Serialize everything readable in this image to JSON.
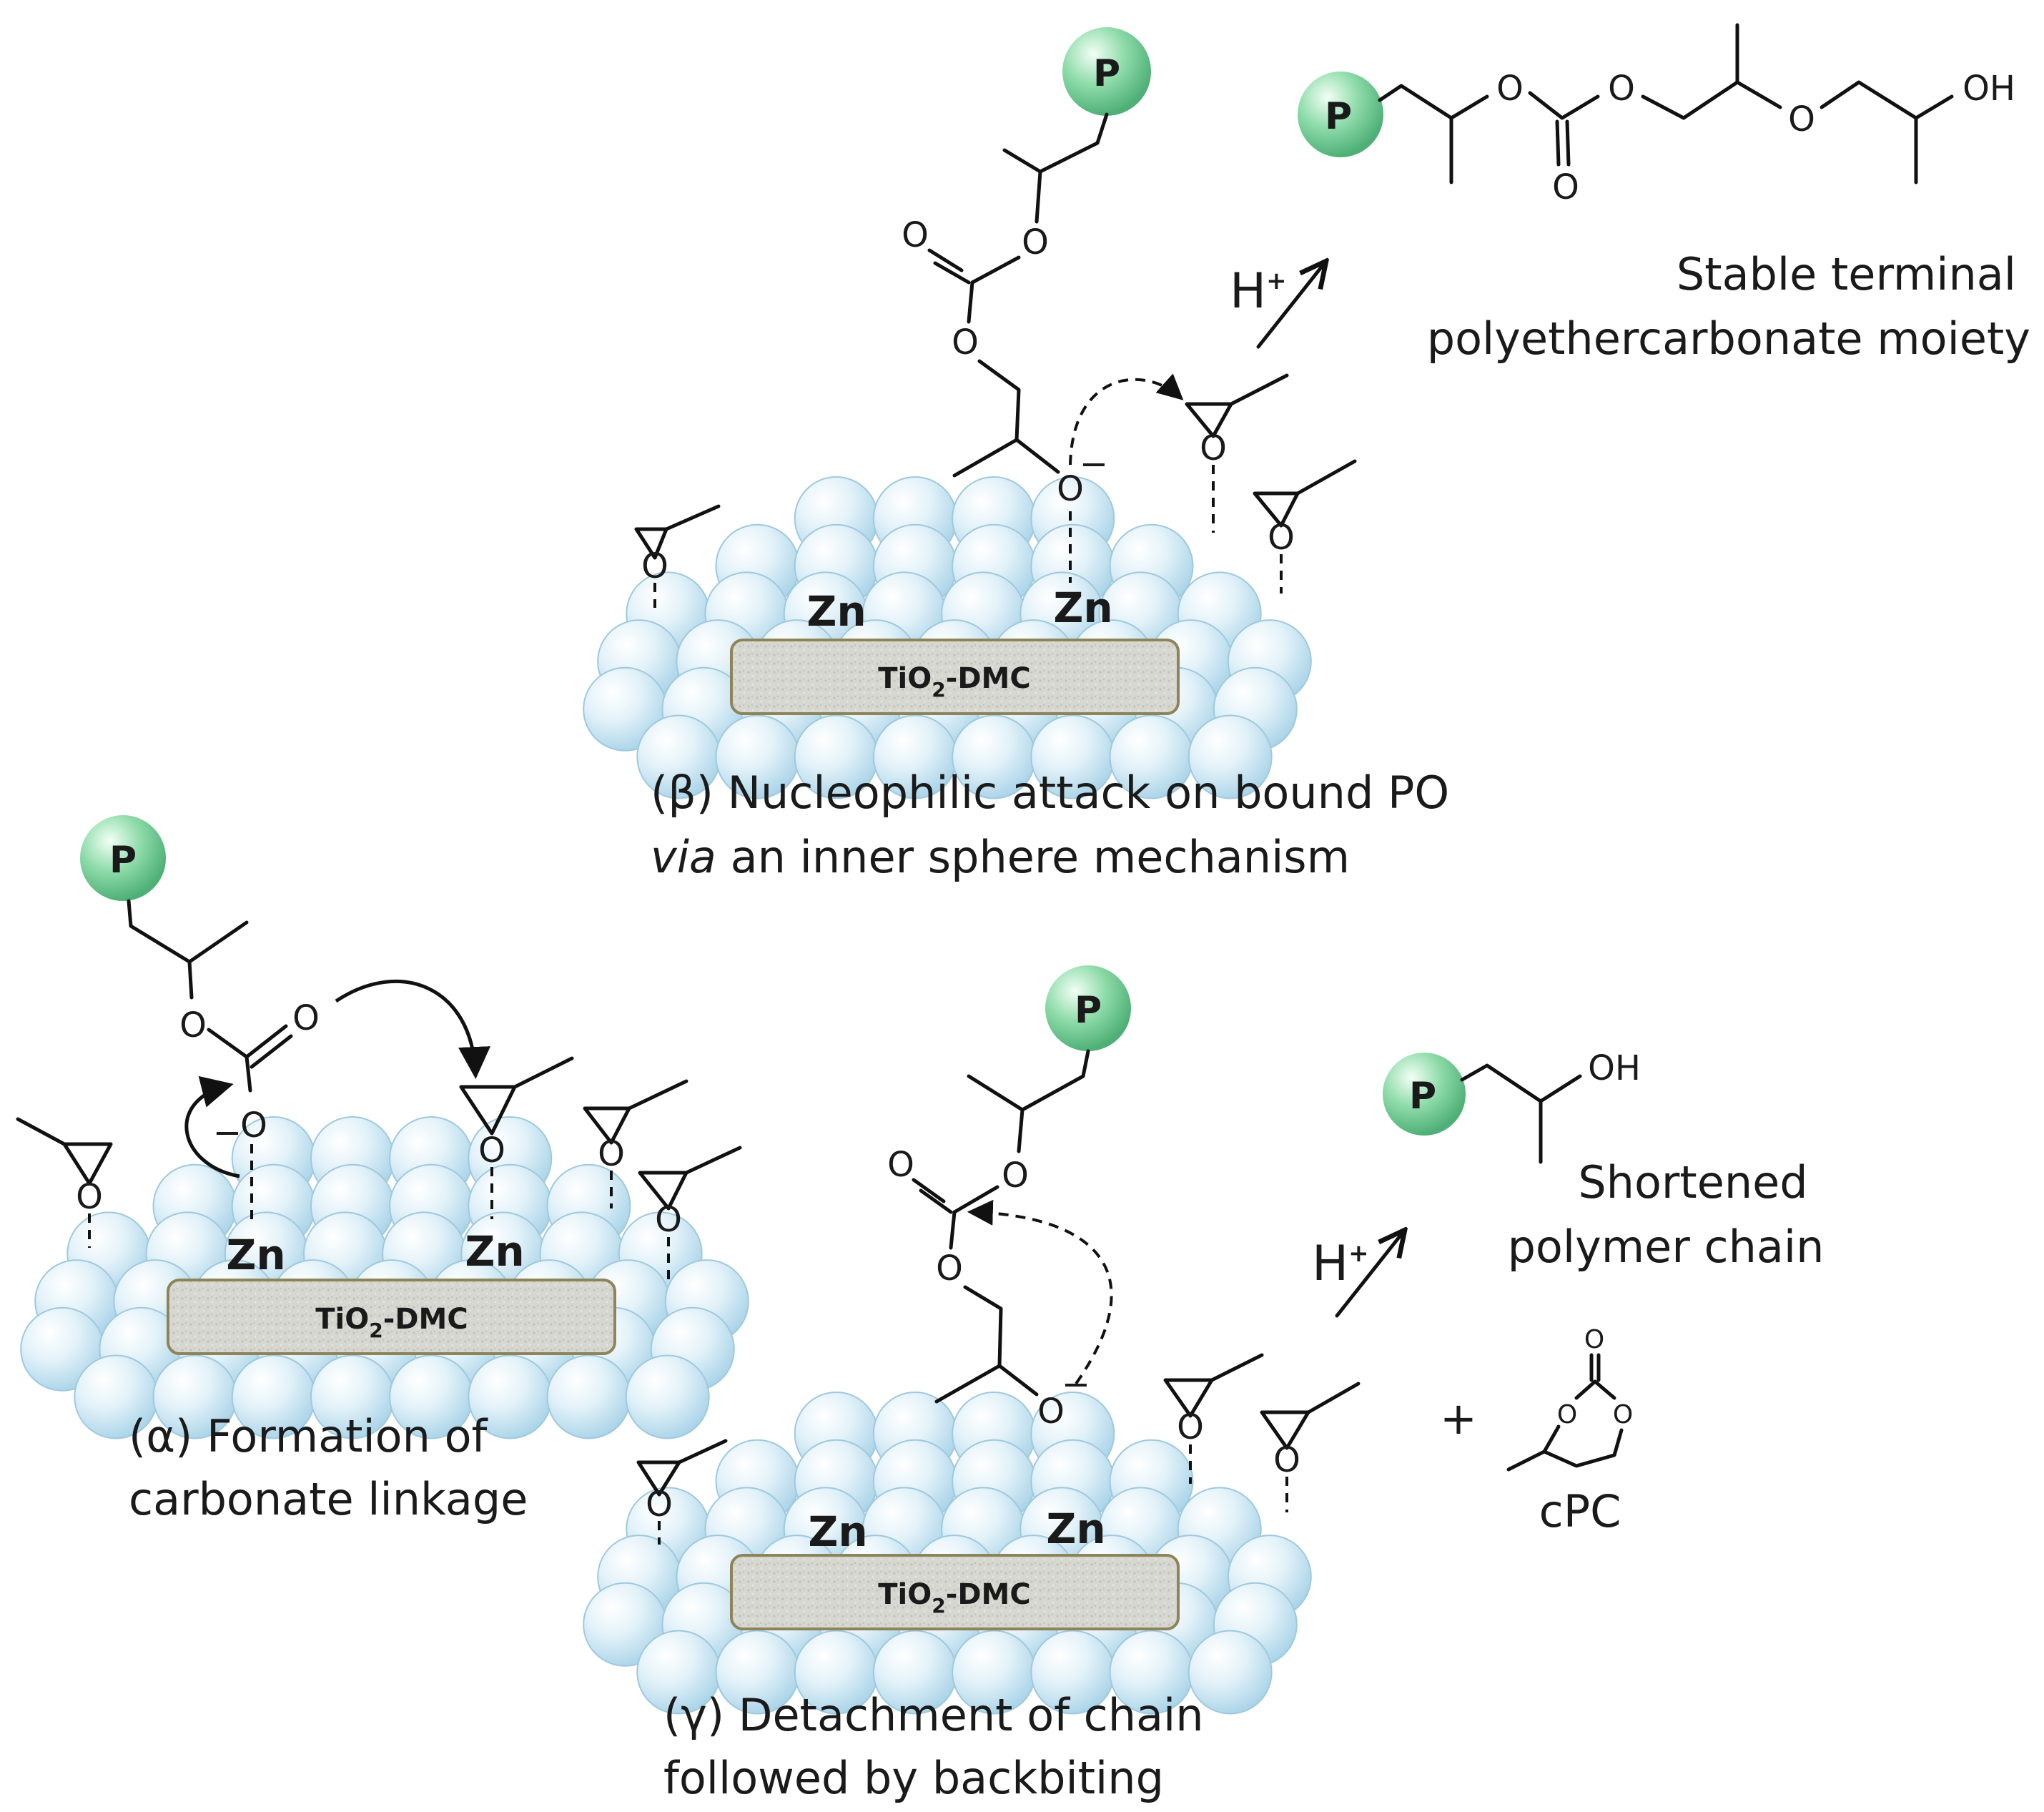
{
  "panels": {
    "beta": {
      "caption_line1": "(β) Nucleophilic attack on bound PO",
      "caption_line2_italic": "via",
      "caption_line2_rest": " an inner sphere mechanism",
      "support_label": "TiO",
      "support_sub": "2",
      "support_suffix": "-DMC",
      "zn_label": "Zn",
      "proton": "H",
      "proton_charge": "+",
      "product_label_line1": "Stable terminal",
      "product_label_line2": "polyethercarbonate moiety"
    },
    "alpha": {
      "caption_line1": "(α) Formation of",
      "caption_line2": "carbonate linkage",
      "support_label": "TiO",
      "support_sub": "2",
      "support_suffix": "-DMC",
      "zn_label": "Zn"
    },
    "gamma": {
      "caption_line1": "(γ) Detachment of chain",
      "caption_line2": "followed by backbiting",
      "support_label": "TiO",
      "support_sub": "2",
      "support_suffix": "-DMC",
      "zn_label": "Zn",
      "proton": "H",
      "proton_charge": "+",
      "product_label_line1": "Shortened",
      "product_label_line2": "polymer chain",
      "plus": "+",
      "cpc_label": "cPC"
    }
  },
  "atoms": {
    "polymer": "P",
    "oxygen": "O",
    "hydroxyl": "OH",
    "minus": "−"
  },
  "colors": {
    "polymer_bead": "#7fd29b",
    "sphere_fill": "#cfe8f4",
    "support_fill": "#d8d8d2",
    "support_border": "#8d8459"
  }
}
